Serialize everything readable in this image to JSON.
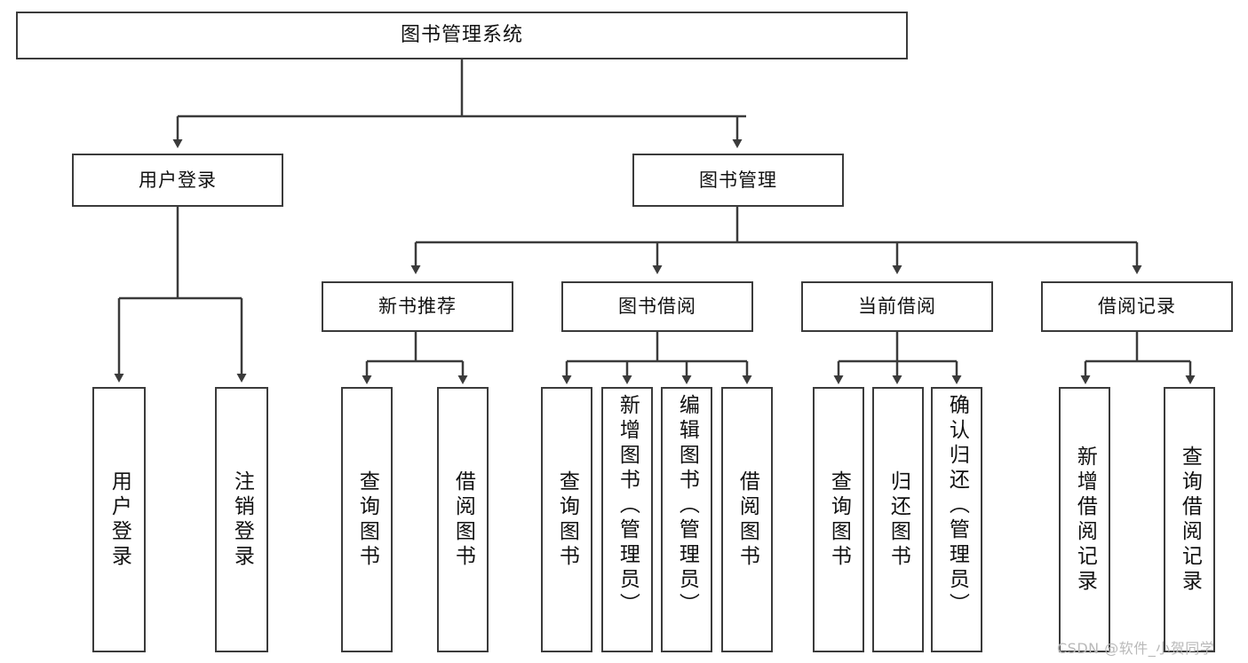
{
  "diagram": {
    "title": "图书管理系统",
    "type": "tree-hierarchy",
    "root": {
      "label": "图书管理系统"
    },
    "level1": [
      {
        "label": "用户登录"
      },
      {
        "label": "图书管理"
      }
    ],
    "level2": [
      {
        "label": "新书推荐"
      },
      {
        "label": "图书借阅"
      },
      {
        "label": "当前借阅"
      },
      {
        "label": "借阅记录"
      }
    ],
    "leaves": {
      "user_login": [
        {
          "label": "用户登录"
        },
        {
          "label": "注销登录"
        }
      ],
      "new_book_recommend": [
        {
          "label": "查询图书"
        },
        {
          "label": "借阅图书"
        }
      ],
      "book_borrow": [
        {
          "label": "查询图书"
        },
        {
          "label": "新增图书（管理员）"
        },
        {
          "label": "编辑图书（管理员）"
        },
        {
          "label": "借阅图书"
        }
      ],
      "current_borrow": [
        {
          "label": "查询图书"
        },
        {
          "label": "归还图书"
        },
        {
          "label": "确认归还（管理员）"
        }
      ],
      "borrow_record": [
        {
          "label": "新增借阅记录"
        },
        {
          "label": "查询借阅记录"
        }
      ]
    }
  },
  "watermark": {
    "text": "CSDN @软件_小贺同学"
  },
  "colors": {
    "stroke": "#3b3b3b",
    "text": "#111111",
    "background": "#ffffff",
    "watermark": "#b9b9b9"
  }
}
